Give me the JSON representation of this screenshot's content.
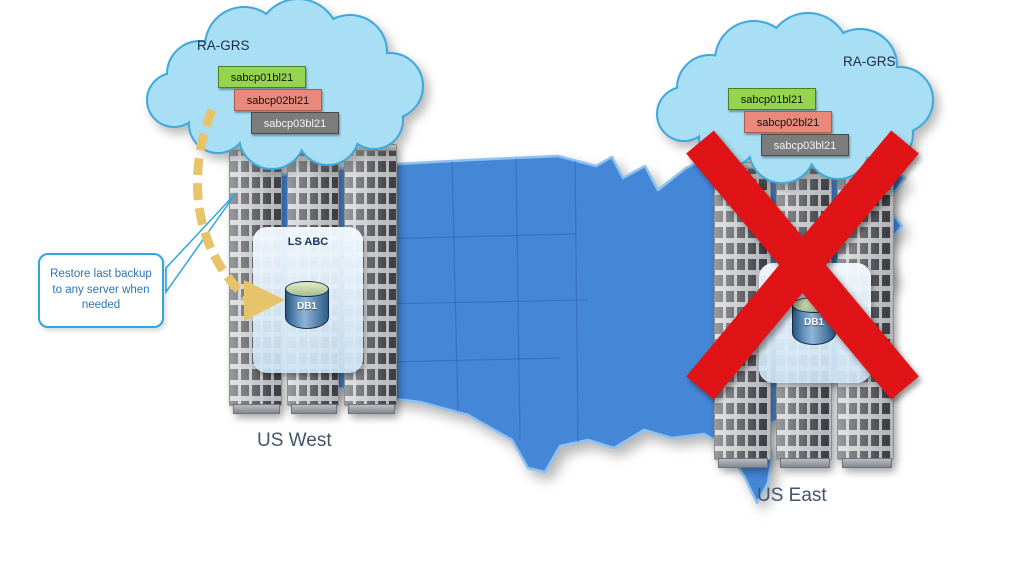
{
  "regions": {
    "west": {
      "cloud_label": "RA-GRS",
      "backups": [
        "sabcp01bl21",
        "sabcp02bl21",
        "sabcp03bl21"
      ],
      "server_group_label": "LS ABC",
      "database_label": "DB1",
      "region_label": "US West"
    },
    "east": {
      "cloud_label": "RA-GRS",
      "backups": [
        "sabcp01bl21",
        "sabcp02bl21",
        "sabcp03bl21"
      ],
      "database_label": "DB1",
      "region_label": "US East"
    }
  },
  "callout": {
    "text": "Restore last backup to any server when needed"
  },
  "colors": {
    "map_fill": "#4587d7",
    "map_edge": "#8fc1f0",
    "cloud_fill": "#a8dff5",
    "cloud_stroke": "#3fa9dc",
    "backup_green": "#94d44f",
    "backup_salmon": "#e9897b",
    "backup_gray": "#7c7c7c",
    "restore_arrow": "#e7c469",
    "failure_cross": "#e01417",
    "region_label_color": "#44546a"
  }
}
